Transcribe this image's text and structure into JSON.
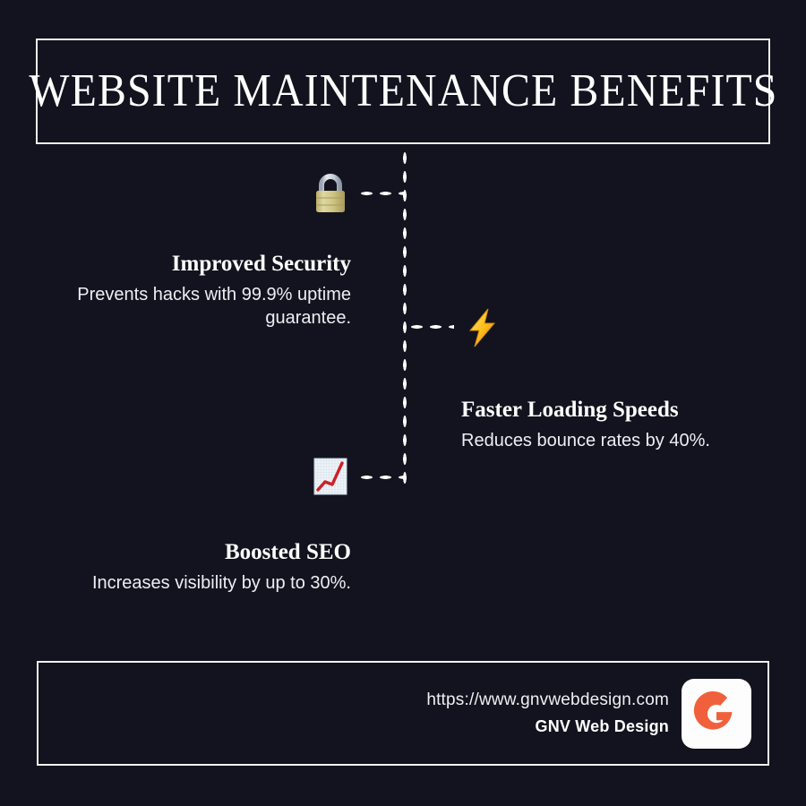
{
  "theme": {
    "background": "#13131f",
    "border": "#f2f2f2",
    "text_primary": "#ffffff",
    "text_body": "#eceff4",
    "brand_orange": "#f1603c",
    "logo_tile": "#fdfdfd"
  },
  "header": {
    "title": "WEBSITE MAINTENANCE BENEFITS"
  },
  "benefits": [
    {
      "icon": "locked-icon",
      "heading": "Improved Security",
      "description": "Prevents hacks with 99.9% uptime guarantee.",
      "align": "right"
    },
    {
      "icon": "high-voltage-icon",
      "heading": "Faster Loading Speeds",
      "description": "Reduces bounce rates by 40%.",
      "align": "left"
    },
    {
      "icon": "chart-increasing-icon",
      "heading": "Boosted SEO",
      "description": "Increases visibility by up to 30%.",
      "align": "right"
    }
  ],
  "footer": {
    "url": "https://www.gnvwebdesign.com",
    "brand": "GNV Web Design",
    "logo_letter": "G"
  }
}
